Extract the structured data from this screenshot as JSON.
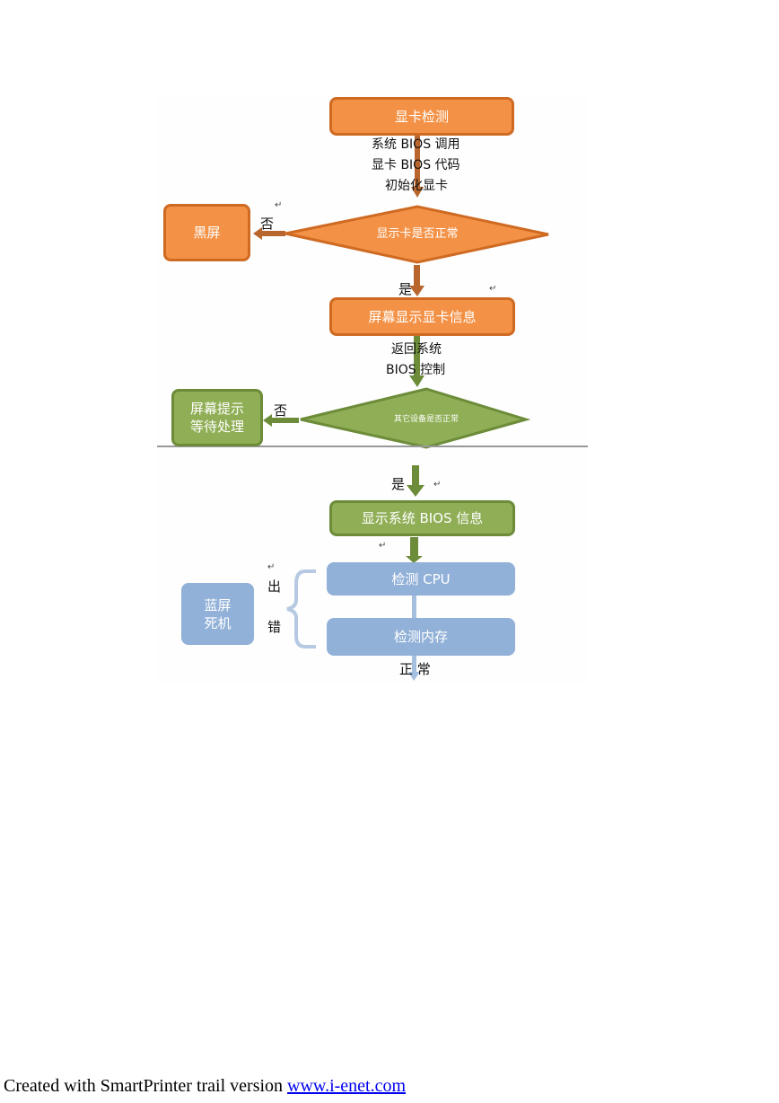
{
  "diagram": {
    "nodes": {
      "gpu_detect": "显卡检测",
      "black_screen": "黑屏",
      "gpu_ok_decision": "显示卡是否正常",
      "show_gpu_info": "屏幕显示显卡信息",
      "wait_prompt": "屏幕提示\n等待处理",
      "other_devices_decision": "其它设备是否正常",
      "show_bios_info": "显示系统 BIOS 信息",
      "detect_cpu": "检测 CPU",
      "detect_memory": "检测内存",
      "blue_screen": "蓝屏\n死机"
    },
    "edge_labels": {
      "step1_line1": "系统 BIOS 调用",
      "step1_line2": "显卡 BIOS 代码",
      "step1_line3": "初始化显卡",
      "no_1": "否",
      "yes_1": "是",
      "step2_line1": "返回系统",
      "step2_line2": "BIOS 控制",
      "no_2": "否",
      "yes_2": "是",
      "error_1": "出",
      "error_2": "错",
      "normal": "正 常"
    },
    "colors": {
      "orange_fill": "#f39246",
      "orange_border": "#cf6a23",
      "green_fill": "#8fae55",
      "green_border": "#6c8c3a",
      "blue_fill": "#92b1d8"
    }
  },
  "footer": {
    "text": "Created with SmartPrinter trail version ",
    "link": "www.i-enet.com"
  }
}
